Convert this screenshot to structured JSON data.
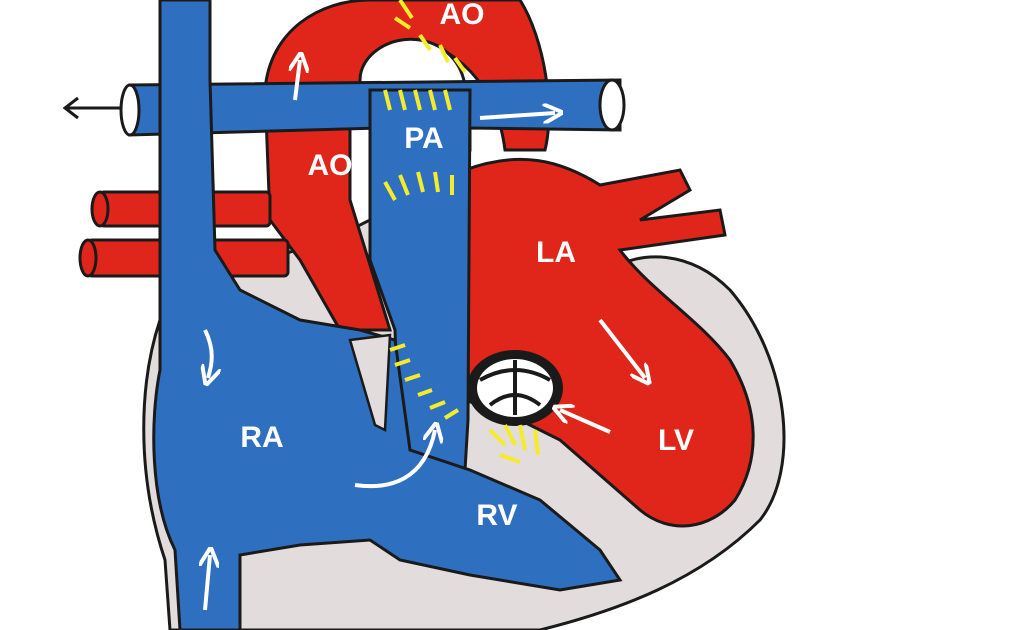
{
  "labels": {
    "ao_top": "AO",
    "ao_left": "AO",
    "pa": "PA",
    "la": "LA",
    "ra": "RA",
    "lv": "LV",
    "rv": "RV"
  },
  "colors": {
    "venous_blue": "#2f6fbf",
    "arterial_red": "#e0261a",
    "pericardium_gray": "#e3dcdc",
    "outline": "#1a1a1a",
    "ductus_hatch": "#f4ec2a",
    "arrow_white": "#ffffff"
  },
  "icons": {
    "flow_arrows": "white-arrow-icon",
    "exit_arrow": "black-arrow-left-icon",
    "valve": "valve-icon"
  }
}
